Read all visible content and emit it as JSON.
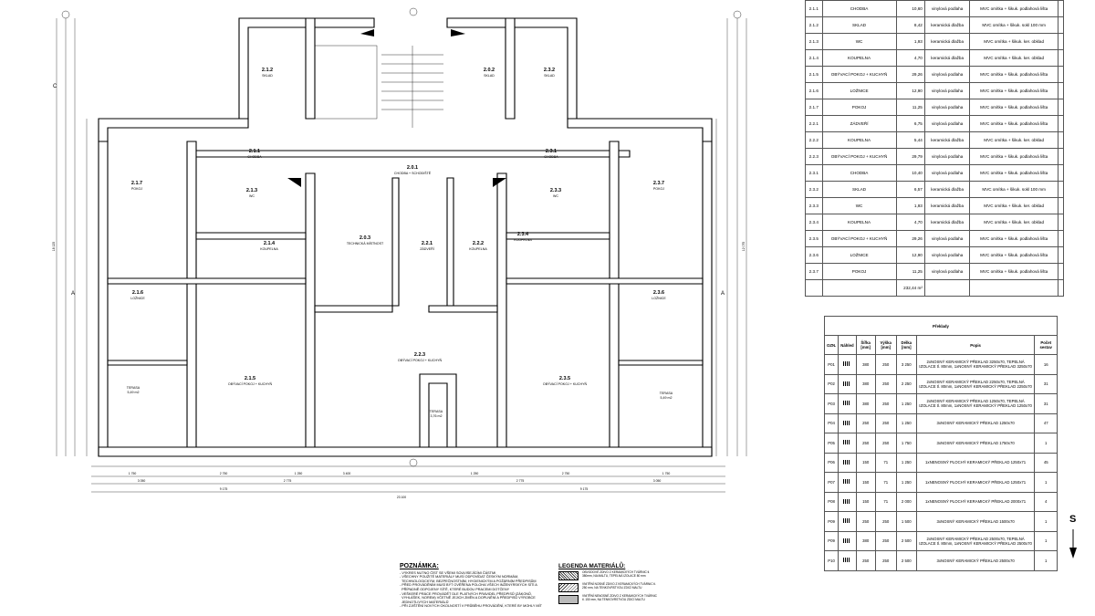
{
  "rooms": [
    {
      "id": "2.1.2",
      "name": "SKLAD"
    },
    {
      "id": "2.0.2",
      "name": "SKLAD"
    },
    {
      "id": "2.3.2",
      "name": "SKLAD"
    },
    {
      "id": "2.1.1",
      "name": "CHODBA"
    },
    {
      "id": "2.0.1",
      "name": "CHODBA + SCHODIŠTĚ"
    },
    {
      "id": "2.3.1",
      "name": "CHODBA"
    },
    {
      "id": "2.1.7",
      "name": "POKOJ"
    },
    {
      "id": "2.1.3",
      "name": "WC"
    },
    {
      "id": "2.3.3",
      "name": "WC"
    },
    {
      "id": "2.3.7",
      "name": "POKOJ"
    },
    {
      "id": "2.0.3",
      "name": "TECHNICKÁ MÍSTNOST"
    },
    {
      "id": "2.2.1",
      "name": "ZÁDVEŘÍ"
    },
    {
      "id": "2.2.2",
      "name": "KOUPELNA"
    },
    {
      "id": "2.1.4",
      "name": "KOUPELNA"
    },
    {
      "id": "2.3.4",
      "name": "KOUPELNA"
    },
    {
      "id": "2.1.6",
      "name": "LOŽNICE"
    },
    {
      "id": "2.3.6",
      "name": "LOŽNICE"
    },
    {
      "id": "2.2.3",
      "name": "OBÝVACÍ POKOJ + KUCHYŇ"
    },
    {
      "id": "2.1.5",
      "name": "OBÝVACÍ POKOJ + KUCHYŇ"
    },
    {
      "id": "2.3.5",
      "name": "OBÝVACÍ POKOJ + KUCHYŇ"
    }
  ],
  "terraces": [
    {
      "name": "TERASA",
      "area": "5,49 m2"
    },
    {
      "name": "TERASA",
      "area": "5,49 m2"
    },
    {
      "name": "TERASA",
      "area": "3,76 m2"
    }
  ],
  "dimensions": {
    "bottom_row1": [
      "1 750",
      "2 750",
      "1 250",
      "3 400",
      "1 250",
      "2 750",
      "1 750"
    ],
    "bottom_row2": [
      "3 050",
      "2 775",
      "2 775",
      "3 050"
    ],
    "bottom_row3": [
      "9 175",
      "9 175"
    ],
    "total": "23 100",
    "left_total": "18 125",
    "right_total": "12 075"
  },
  "markers": [
    "A",
    "A",
    "C"
  ],
  "room_schedule": {
    "rows": [
      [
        "2.1.1",
        "CHODBA",
        "10,60",
        "vinylová podlaha",
        "MVC omítka + šikuk. podlahová lišta"
      ],
      [
        "2.1.2",
        "SKLAD",
        "8,42",
        "keramická dlažba",
        "MVC omítka + šikuk. sokl 100 mm"
      ],
      [
        "2.1.3",
        "WC",
        "1,93",
        "keramická dlažba",
        "MVC omítka + šikuk. ker. obklad"
      ],
      [
        "2.1.4",
        "KOUPELNA",
        "4,70",
        "keramická dlažba",
        "MVC omítka + šikuk. ker. obklad"
      ],
      [
        "2.1.5",
        "OBÝVACÍ POKOJ + KUCHYŇ",
        "29,26",
        "vinylová podlaha",
        "MVC omítka + šikuk. podlahová lišta"
      ],
      [
        "2.1.6",
        "LOŽNICE",
        "12,90",
        "vinylová podlaha",
        "MVC omítka + šikuk. podlahová lišta"
      ],
      [
        "2.1.7",
        "POKOJ",
        "11,25",
        "vinylová podlaha",
        "MVC omítka + šikuk. podlahová lišta"
      ],
      [
        "2.2.1",
        "ZÁDVEŘÍ",
        "6,75",
        "vinylová podlaha",
        "MVC omítka + šikuk. podlahová lišta"
      ],
      [
        "2.2.2",
        "KOUPELNA",
        "5,44",
        "keramická dlažba",
        "MVC omítka + šikuk. ker. obklad"
      ],
      [
        "2.2.3",
        "OBÝVACÍ POKOJ + KUCHYŇ",
        "29,79",
        "vinylová podlaha",
        "MVC omítka + šikuk. podlahová lišta"
      ],
      [
        "2.3.1",
        "CHODBA",
        "10,40",
        "vinylová podlaha",
        "MVC omítka + šikuk. podlahová lišta"
      ],
      [
        "2.3.2",
        "SKLAD",
        "6,57",
        "keramická dlažba",
        "MVC omítka + šikuk. sokl 100 mm"
      ],
      [
        "2.3.3",
        "WC",
        "1,93",
        "keramická dlažba",
        "MVC omítka + šikuk. ker. obklad"
      ],
      [
        "2.3.4",
        "KOUPELNA",
        "4,70",
        "keramická dlažba",
        "MVC omítka + šikuk. ker. obklad"
      ],
      [
        "2.3.5",
        "OBÝVACÍ POKOJ + KUCHYŇ",
        "29,26",
        "vinylová podlaha",
        "MVC omítka + šikuk. podlahová lišta"
      ],
      [
        "2.3.6",
        "LOŽNICE",
        "12,90",
        "vinylová podlaha",
        "MVC omítka + šikuk. podlahová lišta"
      ],
      [
        "2.3.7",
        "POKOJ",
        "11,25",
        "vinylová podlaha",
        "MVC omítka + šikuk. podlahová lišta"
      ]
    ],
    "total": "232,44 m²"
  },
  "lintels": {
    "title": "Překlady",
    "headers": [
      "OZN.",
      "Náhled",
      "Šířka [mm]",
      "Výška [mm]",
      "Délka [mm]",
      "Popis",
      "Počet sestav"
    ],
    "rows": [
      [
        "P01",
        "380",
        "250",
        "3 250",
        "2xNOSNÝ KERAMICKÝ PŘEKLAD 3250x70, TEPELNÁ IZOLACE tl. 80mm, 1xNOSNÝ KERAMICKÝ PŘEKLAD 3250x70",
        "16"
      ],
      [
        "P02",
        "380",
        "250",
        "2 250",
        "2xNOSNÝ KERAMICKÝ PŘEKLAD 2250x70, TEPELNÁ IZOLACE tl. 80mm, 1xNOSNÝ KERAMICKÝ PŘEKLAD 2250x70",
        "31"
      ],
      [
        "P03",
        "380",
        "250",
        "1 250",
        "2xNOSNÝ KERAMICKÝ PŘEKLAD 1250x70, TEPELNÁ IZOLACE tl. 80mm, 1xNOSNÝ KERAMICKÝ PŘEKLAD 1250x70",
        "31"
      ],
      [
        "P04",
        "250",
        "250",
        "1 250",
        "3xNOSNÝ KERAMICKÝ PŘEKLAD 1250x70",
        "47"
      ],
      [
        "P05",
        "250",
        "250",
        "1 750",
        "3xNOSNÝ KERAMICKÝ PŘEKLAD 1750x70",
        "1"
      ],
      [
        "P06",
        "150",
        "71",
        "1 250",
        "1xNENOSNÝ PLOCHÝ KERAMICKÝ PŘEKLAD 1250x71",
        "45"
      ],
      [
        "P07",
        "150",
        "71",
        "1 250",
        "1xNENOSNÝ PLOCHÝ KERAMICKÝ PŘEKLAD 1250x71",
        "1"
      ],
      [
        "P08",
        "150",
        "71",
        "2 000",
        "1xNENOSNÝ PLOCHÝ KERAMICKÝ PŘEKLAD 2000x71",
        "4"
      ],
      [
        "P09",
        "250",
        "250",
        "1 500",
        "3xNOSNÝ KERAMICKÝ PŘEKLAD 1500x70",
        "1"
      ],
      [
        "P09",
        "380",
        "250",
        "2 500",
        "2xNOSNÝ KERAMICKÝ PŘEKLAD 2500x70, TEPELNÁ IZOLACE tl. 80mm, 1xNOSNÝ KERAMICKÝ PŘEKLAD 2500x70",
        "1"
      ],
      [
        "P10",
        "250",
        "250",
        "2 500",
        "3xNOSNÝ KERAMICKÝ PŘEKLAD 2500x70",
        "1"
      ]
    ]
  },
  "notes": {
    "title": "POZNÁMKA:",
    "lines": [
      "- VÝKRES NUTNO ČÍST SE VŠEMI SOUVISEJÍCÍMI ČÁSTMI",
      "- VŠECHNY POUŽITÉ MATERIÁLY MUSÍ ODPOVÍDAT ČESKÝM NORMÁM,",
      "  TECHNOLOGICKÝM, BEZPEČNOSTNÍM, HYGIENICKÝM A POŽÁRNÍM PŘEDPISŮM",
      "- PŘED PROVÁDĚNÍM MUSÍ BÝT OVĚŘENA POLOHA VŠECH INŽENÝRSKÝCH SÍTÍ A",
      "  PŘÍPADNĚ ODPOJENY SÍTĚ, KTERÉ BUDOU PRACEMI DOTČENY",
      "- VEŠKERÉ PRÁCE PROVÁDĚT DLE PLATNÝCH PRAVIDEL PŘEDPISŮ (ZÁKONŮ,",
      "  VYHLÁŠEK, NOREM) VČETNĚ JEJICH ZMĚN A DOPLNĚNÍ A PŘEDPISŮ VÝROBCE",
      "  JEDNOTLIVÝCH MATERIÁLŮ",
      "- PŘI ZJIŠTĚNÍ NOVÝCH OKOLNOSTÍ V PRŮBĚHU PROVÁDĚNÍ, KTERÉ BY MOHLY MÍT"
    ]
  },
  "legend": {
    "title": "LEGENDA MATERIÁLŮ:",
    "items": [
      "OBVODOVÉ ZDIVO Z KERAMICKÝCH TVÁRNIC tl. 380mm, NA MALTU, TEPELNÁ IZOLACE 80 mm",
      "VNITŘNÍ NOSNÉ ZDIVO Z KERAMICKÝCH TVÁRNIC tl. 250 mm, NA TENKOVRSTVOU ZDICÍ MALTU",
      "VNITŘNÍ NENOSNÉ ZDIVO Z KERAMICKÝCH TVÁRNIC tl. 150 mm, NA TENKOVRSTVOU ZDICÍ MALTU"
    ]
  },
  "north": "S"
}
